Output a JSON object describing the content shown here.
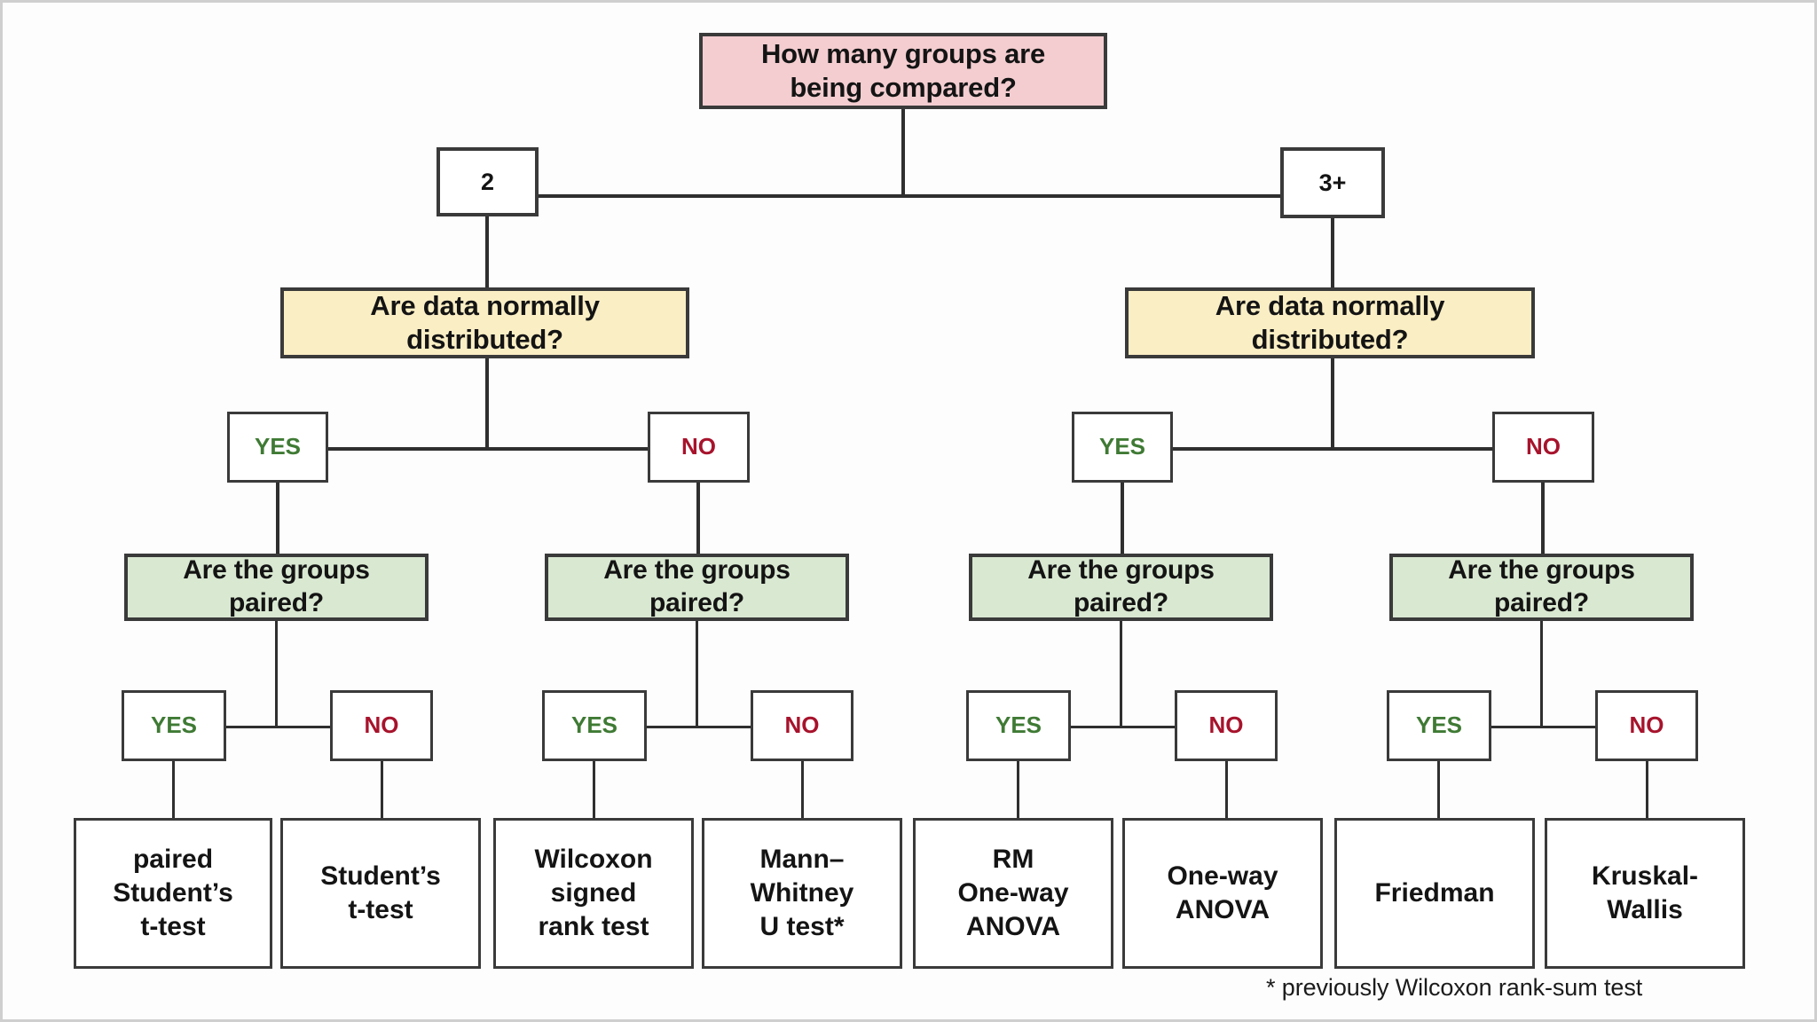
{
  "diagram": {
    "title_box": {
      "label": "How many groups are\nbeing compared?"
    },
    "branches": {
      "two": "2",
      "three_plus": "3+"
    },
    "normality_question": "Are data normally\ndistributed?",
    "paired_question": "Are the groups\npaired?",
    "answers": {
      "yes": "YES",
      "no": "NO"
    },
    "results": [
      {
        "id": "paired-student-t-test",
        "label": "paired\nStudent’s\nt-test"
      },
      {
        "id": "student-t-test",
        "label": "Student’s\nt-test"
      },
      {
        "id": "wilcoxon-signed-rank-test",
        "label": "Wilcoxon\nsigned\nrank test"
      },
      {
        "id": "mann-whitney-u-test",
        "label": "Mann–\nWhitney\nU test*"
      },
      {
        "id": "rm-one-way-anova",
        "label": "RM\nOne-way\nANOVA"
      },
      {
        "id": "one-way-anova",
        "label": "One-way\nANOVA"
      },
      {
        "id": "friedman",
        "label": "Friedman"
      },
      {
        "id": "kruskal-wallis",
        "label": "Kruskal-\nWallis"
      }
    ],
    "footnote": "* previously Wilcoxon rank-sum test",
    "colors": {
      "root_fill": "#f3cdd0",
      "normality_fill": "#faeec4",
      "paired_fill": "#d9e8d1",
      "yes_text": "#3f7a34",
      "no_text": "#a7132c",
      "border": "#3a3a3a",
      "background": "#fdfdfd"
    },
    "nodes_left": {
      "normality": "Are data normally\ndistributed?",
      "paired_yes_branch": "Are the groups\npaired?",
      "paired_no_branch": "Are the groups\npaired?"
    },
    "nodes_right": {
      "normality": "Are data normally\ndistributed?",
      "paired_yes_branch": "Are the groups\npaired?",
      "paired_no_branch": "Are the groups\npaired?"
    }
  }
}
